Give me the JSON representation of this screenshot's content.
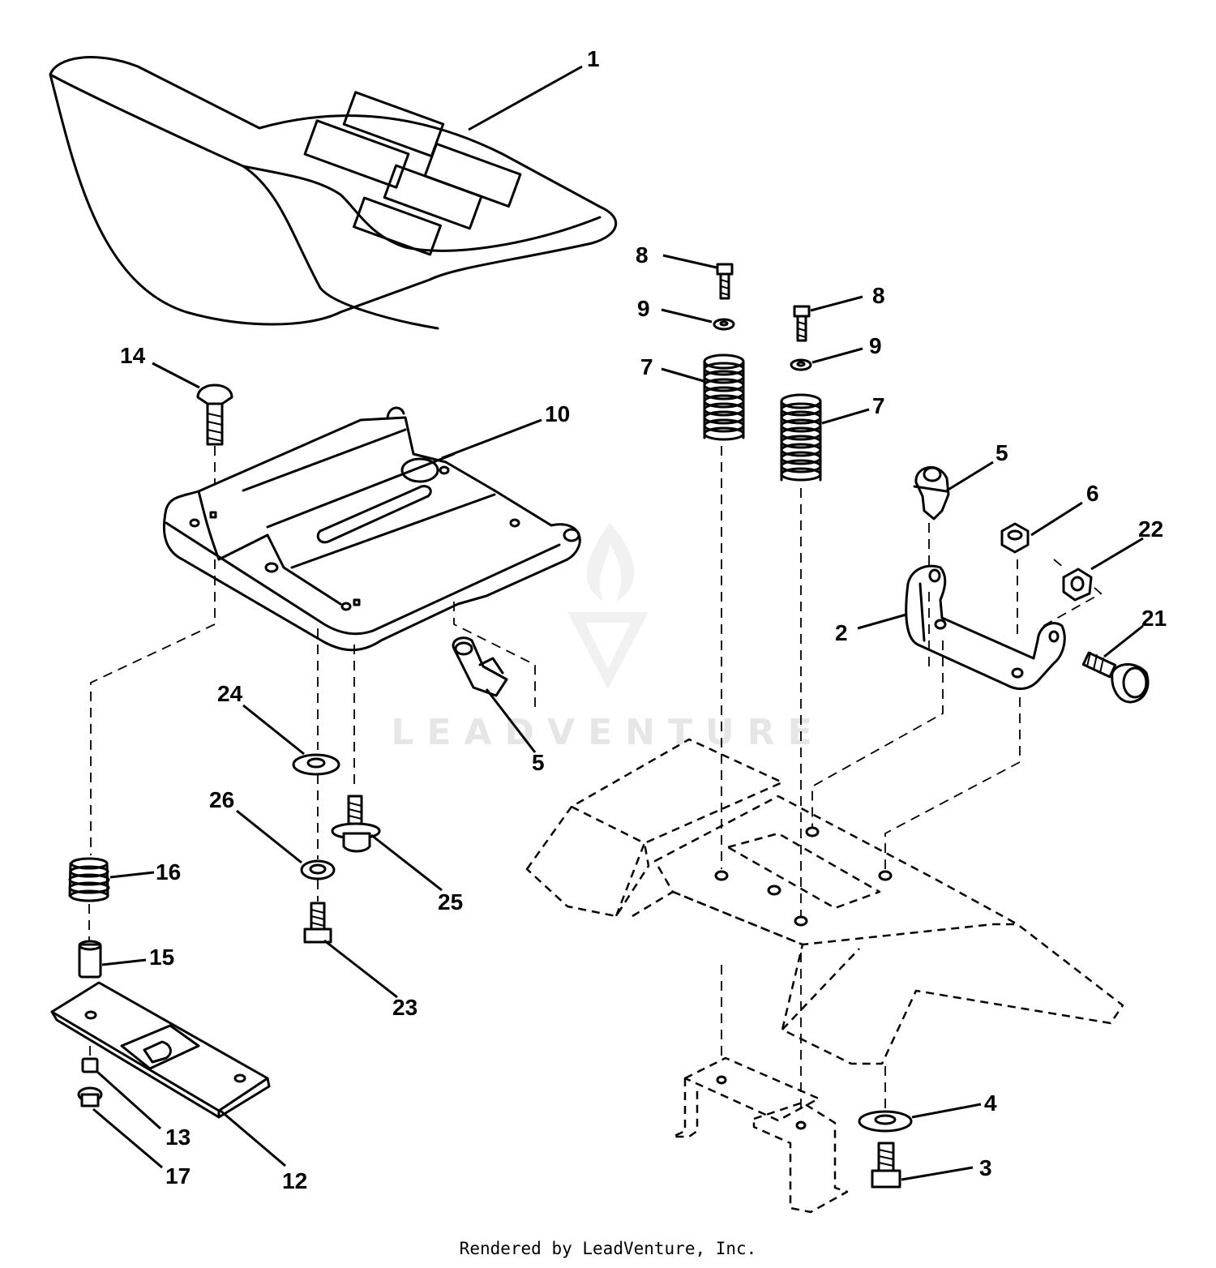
{
  "callouts": {
    "c1": "1",
    "c2": "2",
    "c3": "3",
    "c4": "4",
    "c5a": "5",
    "c5b": "5",
    "c6": "6",
    "c7a": "7",
    "c7b": "7",
    "c8a": "8",
    "c8b": "8",
    "c9a": "9",
    "c9b": "9",
    "c10": "10",
    "c12": "12",
    "c13": "13",
    "c14": "14",
    "c15": "15",
    "c16": "16",
    "c17": "17",
    "c21": "21",
    "c22": "22",
    "c23": "23",
    "c24": "24",
    "c25": "25",
    "c26": "26"
  },
  "watermark": "LEADVENTURE",
  "footer": "Rendered by LeadVenture, Inc."
}
